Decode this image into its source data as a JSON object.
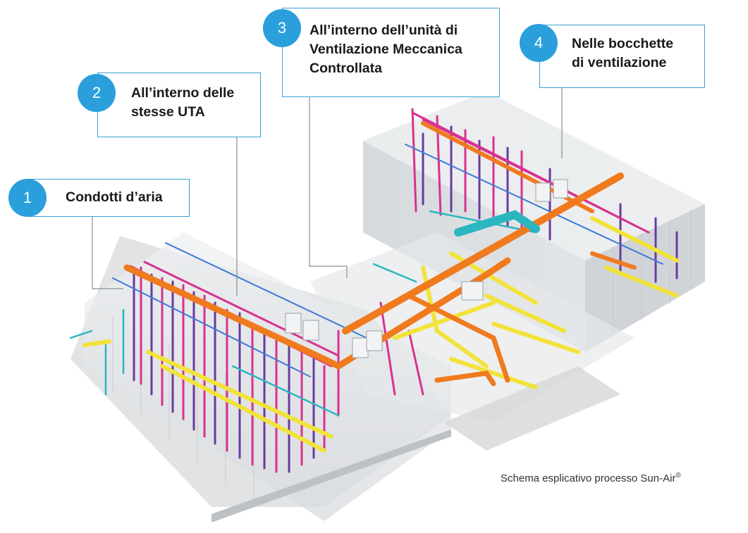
{
  "callouts": [
    {
      "number": "1",
      "label": "Condotti d’aria"
    },
    {
      "number": "2",
      "label": "All’interno delle\nstesse UTA"
    },
    {
      "number": "3",
      "label": "All’interno dell’unità di\nVentilazione Meccanica\nControllata"
    },
    {
      "number": "4",
      "label": "Nelle bocchette\ndi ventilazione"
    }
  ],
  "caption": {
    "text": "Schema esplicativo processo Sun-Air",
    "mark": "®"
  },
  "colors": {
    "accent": "#2a9fdc",
    "orange_duct": "#f07a1e",
    "yellow_pipe": "#f2e33a",
    "magenta_pipe": "#d8328f",
    "purple_pipe": "#6a3aa0",
    "cyan_pipe": "#2bb6c0"
  }
}
